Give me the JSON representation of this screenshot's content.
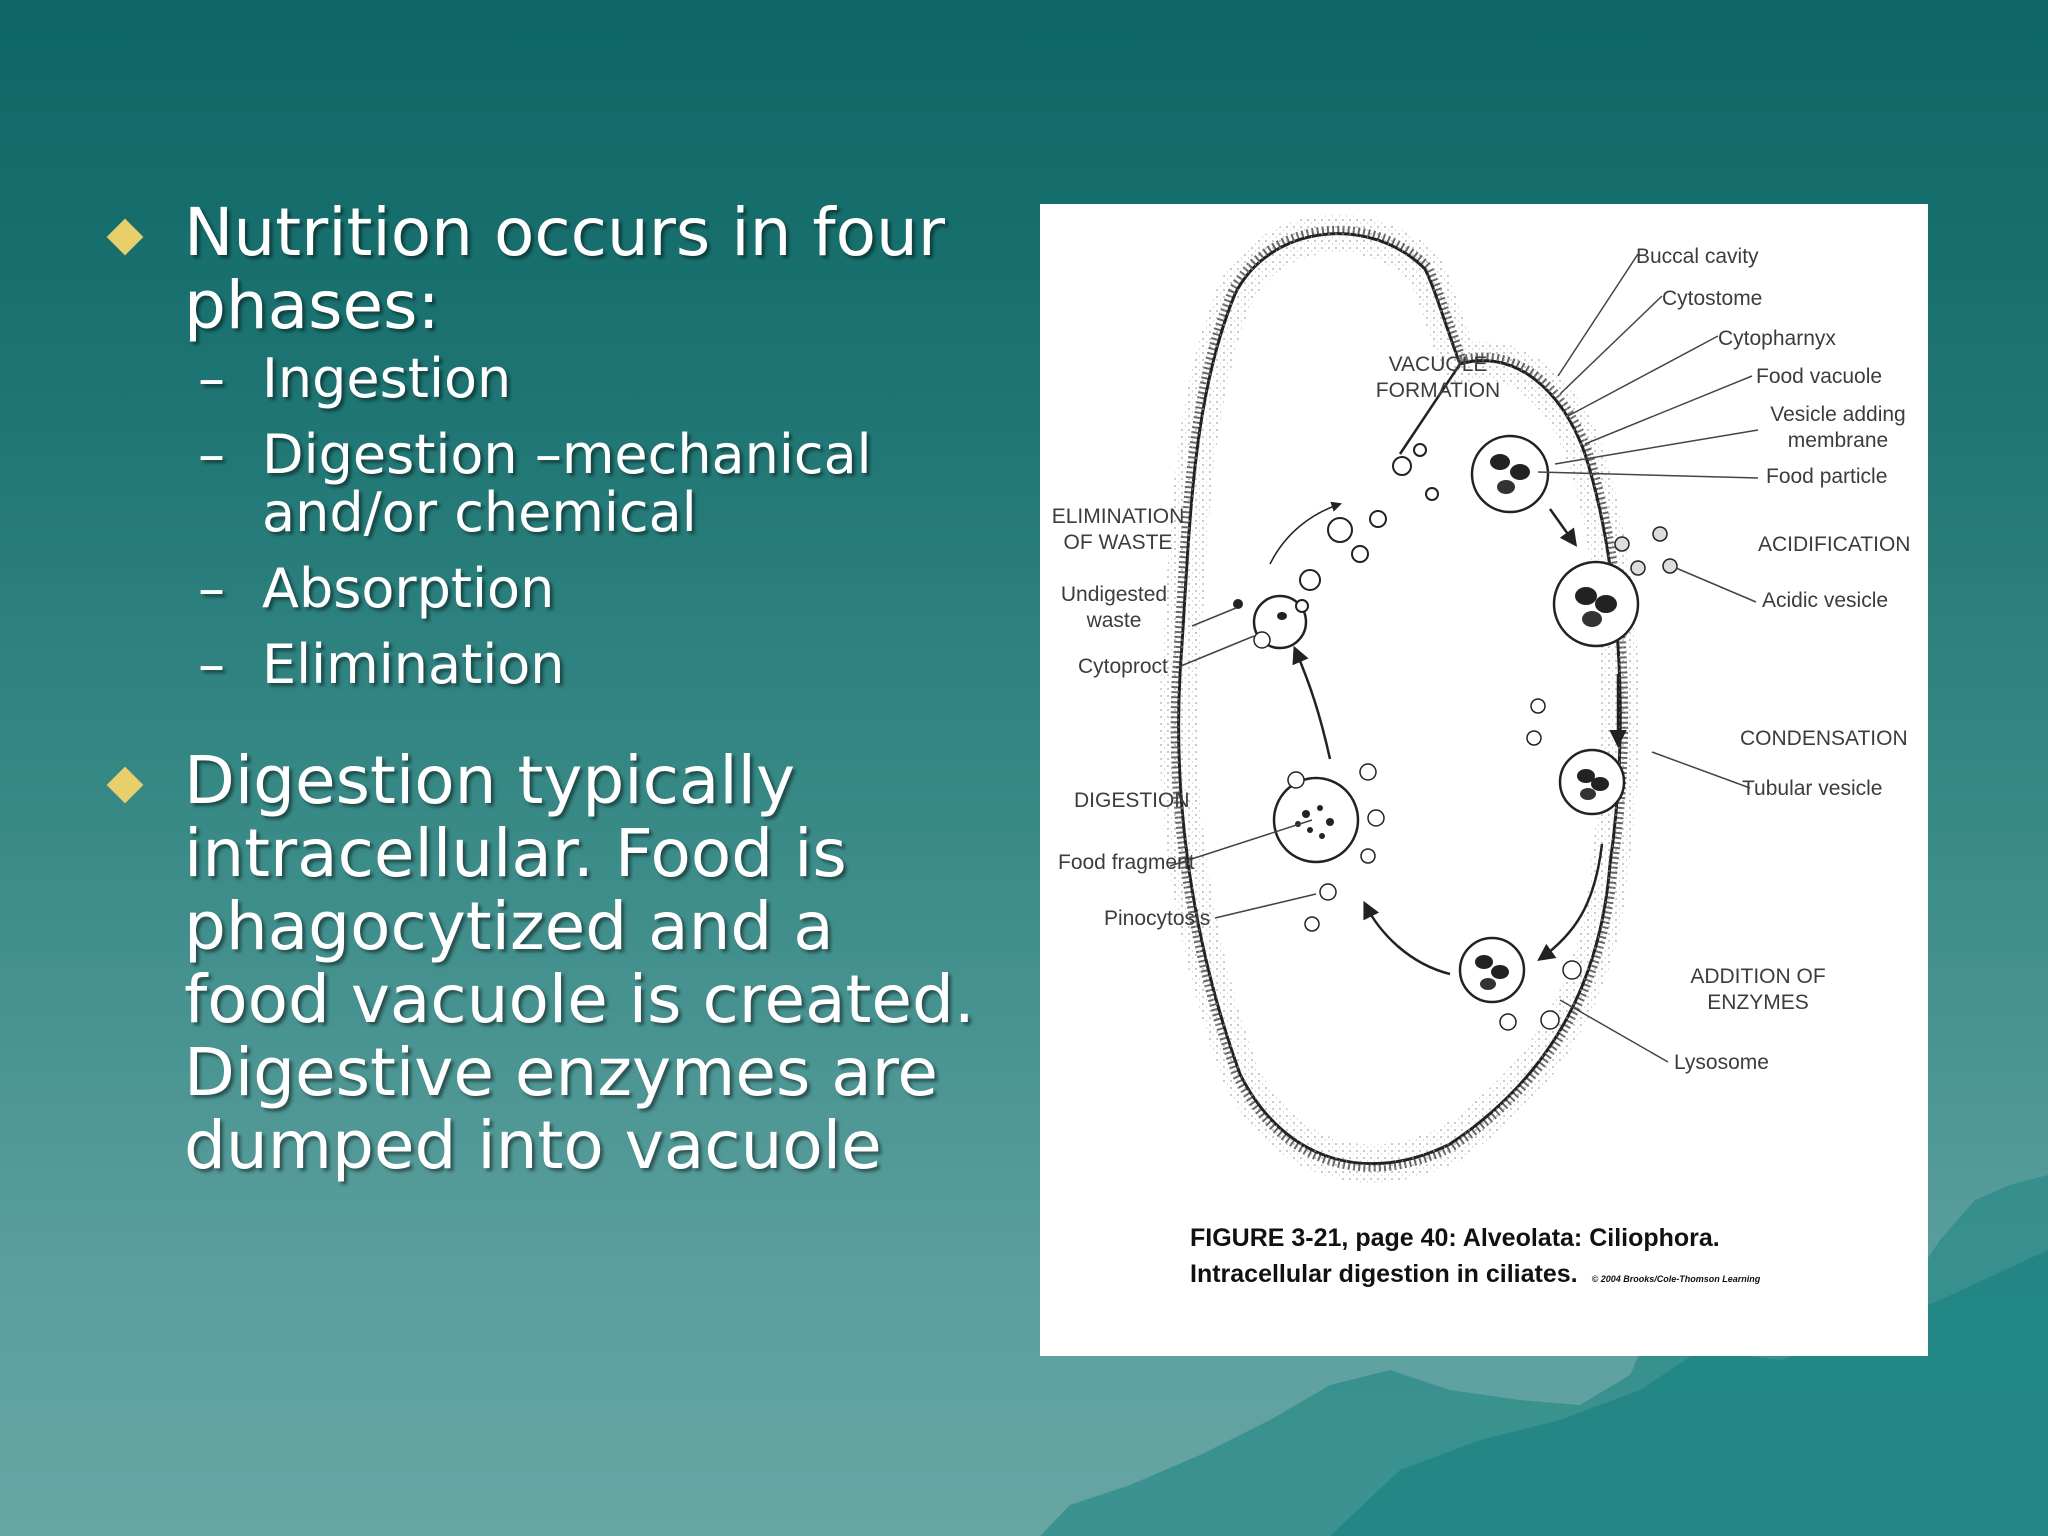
{
  "bullets": [
    {
      "text": "Nutrition occurs in four phases:",
      "sub": [
        "Ingestion",
        "Digestion –mechanical and/or chemical",
        "Absorption",
        "Elimination"
      ]
    },
    {
      "text": "Digestion typically intracellular.  Food is phagocytized and a food vacuole is created.  Digestive enzymes are dumped into vacuole"
    }
  ],
  "dash": "–",
  "figure": {
    "labels": {
      "buccal_cavity": "Buccal cavity",
      "cytostome": "Cytostome",
      "cytopharnyx": "Cytopharnyx",
      "food_vacuole": "Food vacuole",
      "vesicle_adding_membrane": "Vesicle adding membrane",
      "food_particle": "Food particle",
      "vacuole_formation": "VACUOLE FORMATION",
      "acidification": "ACIDIFICATION",
      "acidic_vesicle": "Acidic vesicle",
      "elimination_of_waste": "ELIMINATION OF WASTE",
      "undigested_waste": "Undigested waste",
      "cytoproct": "Cytoproct",
      "condensation": "CONDENSATION",
      "tubular_vesicle": "Tubular vesicle",
      "digestion": "DIGESTION",
      "food_fragment": "Food fragment",
      "pinocytosis": "Pinocytosis",
      "addition_of_enzymes": "ADDITION OF ENZYMES",
      "lysosome": "Lysosome"
    },
    "caption_line1": "FIGURE 3-21, page 40:  Alveolata: Ciliophora.",
    "caption_line2": "Intracellular digestion in ciliates.",
    "copyright": "© 2004 Brooks/Cole-Thomson Learning"
  }
}
